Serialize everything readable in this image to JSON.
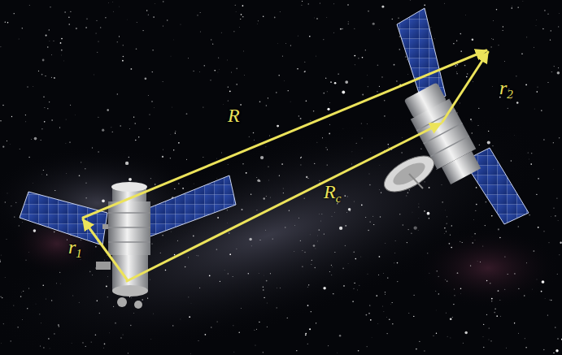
{
  "diagram": {
    "labels": [
      "R",
      "Rc",
      "r1",
      "r2"
    ]
  }
}
